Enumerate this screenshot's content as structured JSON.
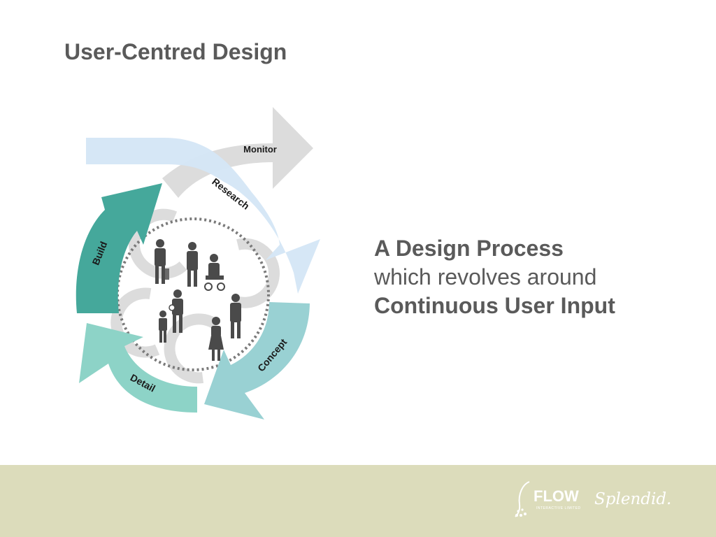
{
  "slide": {
    "title": "User-Centred Design"
  },
  "diagram": {
    "arrows": {
      "monitor": "Monitor",
      "research": "Research",
      "build": "Build",
      "concept": "Concept",
      "detail": "Detail"
    },
    "center_icon": "people-group-icon",
    "colors": {
      "monitor": "#dcdcdc",
      "research": "#d4e6f5",
      "build": "#45a89b",
      "concept": "#99d1d3",
      "detail": "#8dd3c7",
      "rings": "#dcdcdc",
      "people": "#4a4a4a"
    }
  },
  "tagline": {
    "line1": "A Design Process",
    "line2": "which revolves around",
    "line3": "Continuous User Input"
  },
  "footer": {
    "background": "#dcdcbb",
    "logo_flow": "FLOW",
    "logo_flow_sub": "INTERACTIVE LIMITED",
    "logo_splendid": "Splendid."
  }
}
